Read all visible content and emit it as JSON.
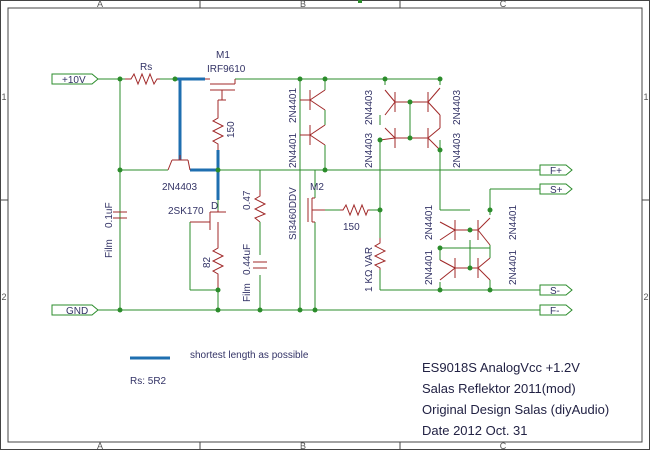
{
  "frame": {
    "cols_top": [
      "A",
      "B",
      "C"
    ],
    "cols_bottom": [
      "A",
      "B",
      "C"
    ],
    "rows_left": [
      "1",
      "2"
    ],
    "rows_right": [
      "1",
      "2"
    ]
  },
  "ports": {
    "vcc": "+10V",
    "gnd": "GND",
    "fplus": "F+",
    "splus": "S+",
    "sminus": "S-",
    "fminus": "F-"
  },
  "components": {
    "rs": "Rs",
    "m1_ref": "M1",
    "m1_part": "IRF9610",
    "r150_top": "150",
    "q_2n4403_left": "2N4403",
    "jfet": "2SK170",
    "jfet_pin": "D",
    "r82": "82",
    "cap_film": "Film",
    "cap_01uf": "0.1uF",
    "r047": "0.47",
    "cap_044": "0.44uF",
    "cap_film2": "Film",
    "m2_ref": "M2",
    "m2_part": "SI3460DDV",
    "r150_mid": "150",
    "r1k": "1 KΩ VAR",
    "q_left_top": "2N4401",
    "q_left_bot": "2N4401",
    "q_c1_top": "2N4403",
    "q_c1_bot": "2N4403",
    "q_c2_top": "2N4403",
    "q_c2_bot": "2N4403",
    "q_low1_top": "2N4401",
    "q_low1_bot": "2N4401",
    "q_low2_top": "2N4401",
    "q_low2_bot": "2N4401"
  },
  "legend": {
    "wire_note": "shortest length as possible",
    "rs_value": "Rs: 5R2"
  },
  "title_block": {
    "line1": "ES9018S AnalogVcc +1.2V",
    "line2": "Salas Reflektor 2011(mod)",
    "line3": "Original Design Salas (diyAudio)",
    "line4": "Date 2012 Oct. 31"
  },
  "colors": {
    "wire": "#2b8c2b",
    "component": "#a02828",
    "short_wire": "#1f6fb0",
    "text": "#333366"
  }
}
